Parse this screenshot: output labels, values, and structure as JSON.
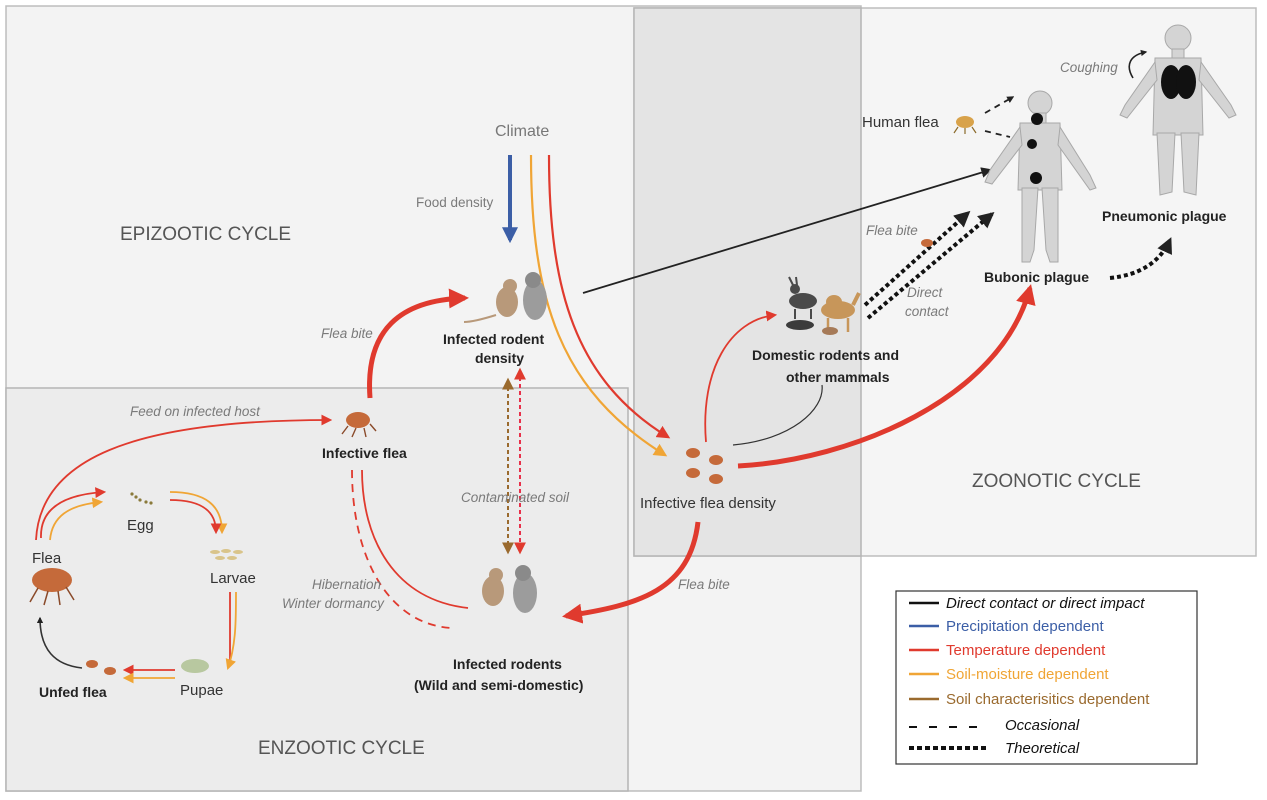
{
  "cycles": {
    "epizootic": "EPIZOOTIC CYCLE",
    "enzootic": "ENZOOTIC CYCLE",
    "zoonotic": "ZOONOTIC CYCLE"
  },
  "nodes": {
    "climate": "Climate",
    "infected_rodent_density_1": "Infected rodent",
    "infected_rodent_density_2": "density",
    "infective_flea": "Infective flea",
    "infective_flea_density": "Infective flea density",
    "infected_rodents_1": "Infected rodents",
    "infected_rodents_2": "(Wild and semi-domestic)",
    "domestic_1": "Domestic rodents and",
    "domestic_2": "other mammals",
    "human_flea": "Human flea",
    "bubonic": "Bubonic plague",
    "pneumonic": "Pneumonic plague",
    "egg": "Egg",
    "larvae": "Larvae",
    "pupae": "Pupae",
    "unfed_flea": "Unfed flea",
    "flea": "Flea"
  },
  "annotations": {
    "food_density": "Food density",
    "flea_bite_top": "Flea bite",
    "feed_on_infected_host": "Feed on infected host",
    "contaminated_soil": "Contaminated soil",
    "hibernation": "Hibernation",
    "winter_dormancy": "Winter dormancy",
    "flea_bite_bottom": "Flea bite",
    "flea_bite_right": "Flea bite",
    "direct": "Direct",
    "contact": "contact",
    "coughing": "Coughing"
  },
  "legend": {
    "items": [
      {
        "label": "Direct contact or direct impact",
        "color": "#111111"
      },
      {
        "label": "Precipitation dependent",
        "color": "#3b5ea6"
      },
      {
        "label": "Temperature dependent",
        "color": "#e03a2e"
      },
      {
        "label": "Soil-moisture dependent",
        "color": "#f0a535"
      },
      {
        "label": "Soil characterisitics dependent",
        "color": "#9a6a2e"
      },
      {
        "label": "Occasional",
        "color": "#111111"
      },
      {
        "label": "Theoretical",
        "color": "#111111"
      }
    ]
  },
  "colors": {
    "direct": "#111111",
    "precipitation": "#3b5ea6",
    "temperature": "#e03a2e",
    "soil_moisture": "#f0a535",
    "soil_characteristics": "#9a6a2e",
    "panel_fill": "#f2f2f2",
    "panel_stroke": "#bdbdbd"
  },
  "icons": [
    "rodent-icon",
    "marmot-icon",
    "flea-icon",
    "goat-icon",
    "camel-icon",
    "human-body-icon",
    "egg-icon",
    "larvae-icon",
    "pupae-icon"
  ]
}
